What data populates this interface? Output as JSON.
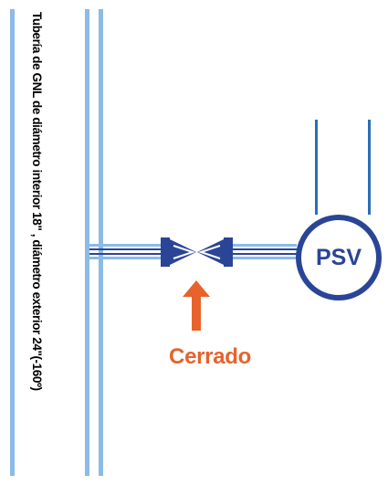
{
  "pipe": {
    "label": "Tubería de GNL de diámetro interior 18\" , diámetro exterior 24\"(-160º)"
  },
  "valve": {
    "status_label": "Cerrado"
  },
  "psv": {
    "label": "PSV"
  },
  "colors": {
    "pipe_light": "#8bbbe6",
    "pipe_dark": "#2a4596",
    "valve_fill": "#2a4596",
    "arrow": "#e8622c",
    "status_text": "#e8622c",
    "label_text": "#000000"
  }
}
